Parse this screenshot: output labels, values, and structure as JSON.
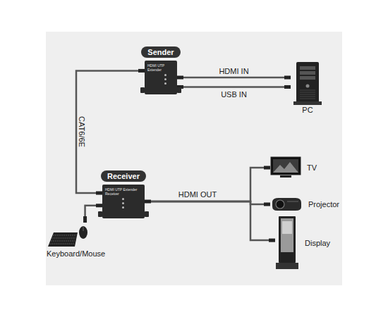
{
  "diagram": {
    "nodes": [
      {
        "text": [
          "Sender",
          "HDMI UTP Extender"
        ]
      },
      {
        "text": [
          "PC"
        ]
      },
      {
        "text": [
          "Receiver",
          "HDMI UTP Extender Receiver"
        ]
      },
      {
        "text": [
          "TV"
        ]
      },
      {
        "text": [
          "Projector"
        ]
      },
      {
        "text": [
          "Display"
        ]
      },
      {
        "text": [
          "Keyboard/Mouse"
        ]
      }
    ],
    "edges": [
      {
        "from": 1,
        "to": 0,
        "label": "HDMI IN",
        "arrow": "none"
      },
      {
        "from": 1,
        "to": 0,
        "label": "USB IN",
        "arrow": "none"
      },
      {
        "from": 0,
        "to": 2,
        "label": "CAT6/6E",
        "arrow": "none"
      },
      {
        "from": 2,
        "to": 3,
        "arrow": "none"
      },
      {
        "from": 2,
        "to": 4,
        "label": "HDMI OUT",
        "arrow": "none"
      },
      {
        "from": 2,
        "to": 5,
        "arrow": "none"
      },
      {
        "from": 6,
        "to": 2,
        "arrow": "none"
      }
    ]
  }
}
